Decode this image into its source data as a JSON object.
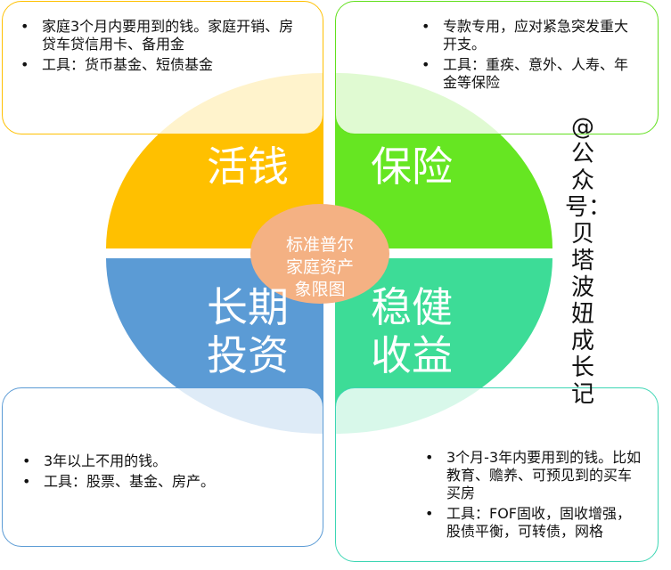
{
  "colors": {
    "top_left": "#ffc000",
    "top_right": "#66e622",
    "bottom_left": "#5b9bd5",
    "bottom_right": "#3ddc97",
    "center": "#f4b183"
  },
  "quadrants": {
    "top_left": "活钱",
    "top_right": "保险",
    "bottom_left_line1": "长期",
    "bottom_left_line2": "投资",
    "bottom_right_line1": "稳健",
    "bottom_right_line2": "收益"
  },
  "center": {
    "line1": "标准普尔",
    "line2": "家庭资产",
    "line3": "象限图"
  },
  "boxes": {
    "top_left": [
      "家庭3个月内要用到的钱。家庭开销、房贷车贷信用卡、备用金",
      "工具：货币基金、短债基金"
    ],
    "top_right": [
      "专款专用，应对紧急突发重大开支。",
      "工具：重疾、意外、人寿、年金等保险"
    ],
    "bottom_left": [
      "3年以上不用的钱。",
      "工具：股票、基金、房产。"
    ],
    "bottom_right": [
      "3个月-3年内要用到的钱。比如教育、赡养、可预见到的买车买房",
      "工具：FOF固收，固收增强，股债平衡，可转债，网格"
    ]
  },
  "watermark": "@公众号：贝塔波妞成长记"
}
